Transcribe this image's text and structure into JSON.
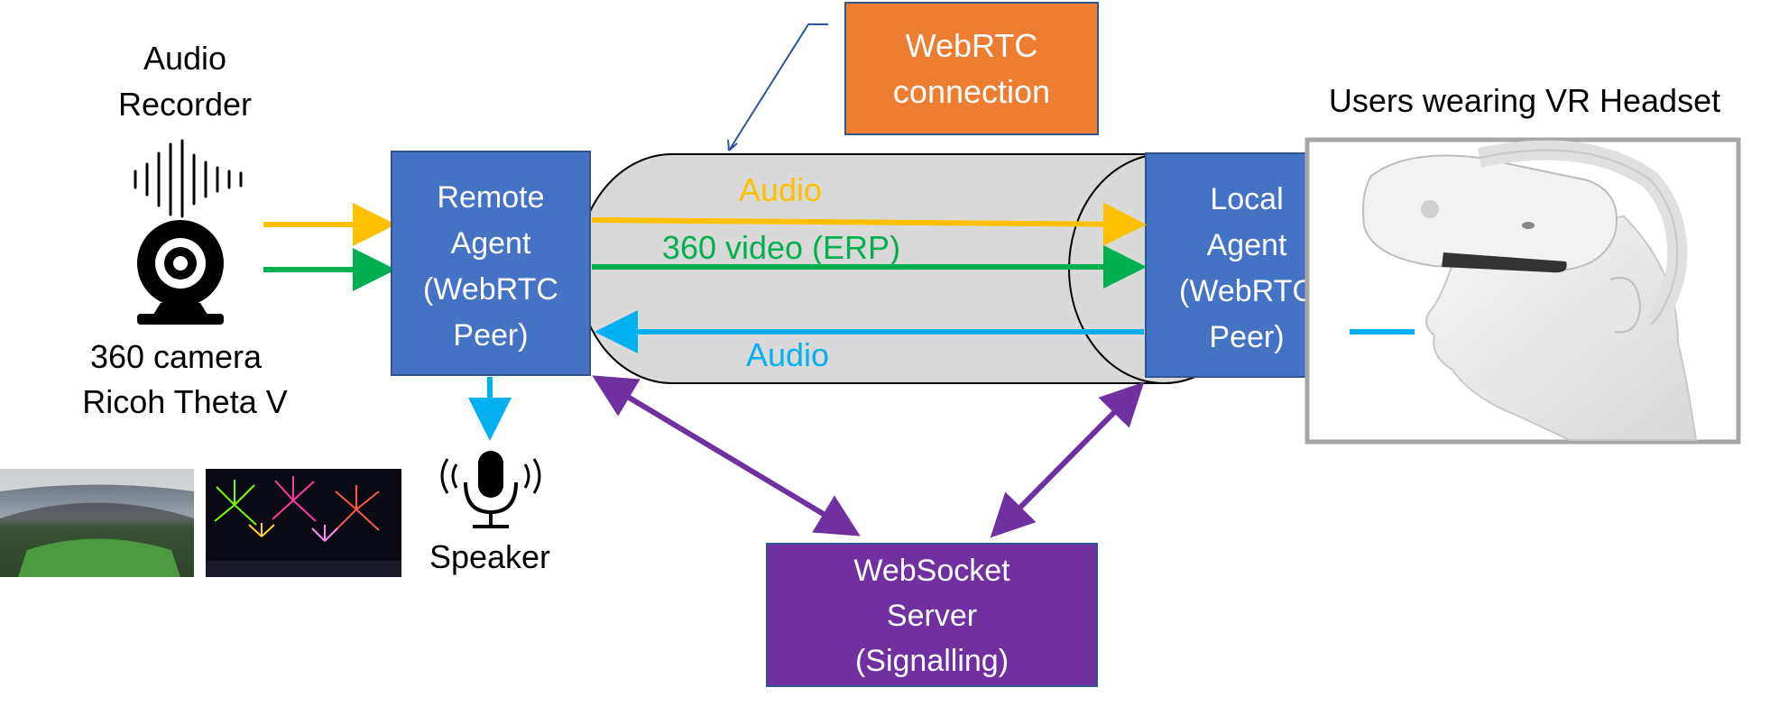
{
  "labels": {
    "audio_recorder_line1": "Audio",
    "audio_recorder_line2": "Recorder",
    "camera_line1": "360 camera",
    "camera_line2": "Ricoh Theta V",
    "speaker": "Speaker",
    "users_headset": "Users wearing VR Headset"
  },
  "webrtc_callout": {
    "line1": "WebRTC",
    "line2": "connection"
  },
  "remote_agent": {
    "line1": "Remote",
    "line2": "Agent",
    "line3": "(WebRTC",
    "line4": "Peer)"
  },
  "local_agent": {
    "line1": "Local",
    "line2": "Agent",
    "line3": "(WebRTC",
    "line4": "Peer)"
  },
  "websocket_server": {
    "line1": "WebSocket",
    "line2": "Server",
    "line3": "(Signalling)"
  },
  "streams": {
    "audio_out": "Audio",
    "video_out": "360 video (ERP)",
    "audio_back": "Audio"
  },
  "colors": {
    "agent_blue": "#4472c4",
    "callout_orange": "#ed7d31",
    "server_purple": "#7030a0",
    "audio_yellow": "#ffc000",
    "video_green": "#00b050",
    "audio_cyan": "#00b0f0",
    "tunnel_gray": "#d9d9d9"
  },
  "icons": [
    "sound-wave-icon",
    "webcam-icon",
    "microphone-icon",
    "vr-headset-illustration",
    "stadium-thumbnail",
    "fireworks-thumbnail"
  ]
}
